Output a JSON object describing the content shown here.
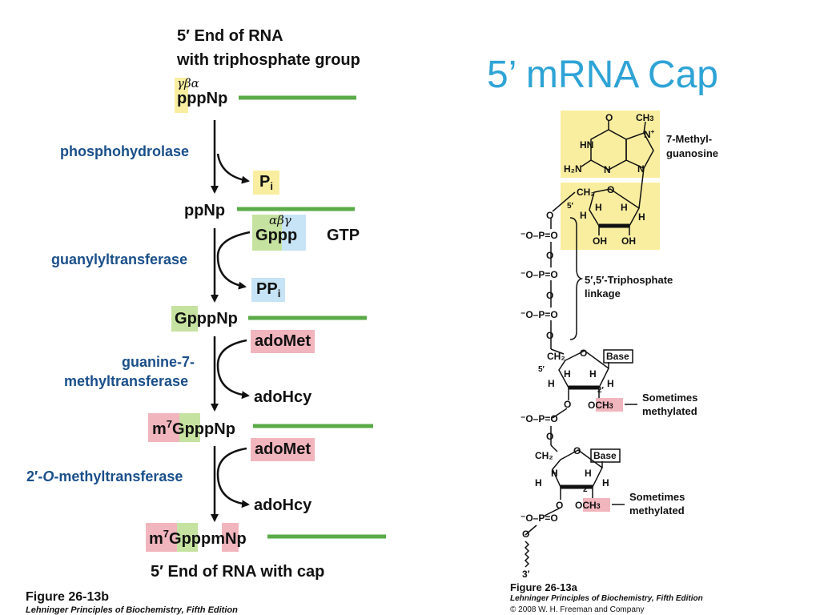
{
  "left": {
    "header_line1": "5′ End of RNA",
    "header_line2": "with triphosphate group",
    "greek_top": "γβα",
    "s1_ppp": "ppp",
    "s1_np": "Np",
    "enzyme1": "phosphohydrolase",
    "product1_main": "P",
    "product1_sub": "i",
    "s2": "ppNp",
    "greek_gtp": "αβγ",
    "gtp_g": "G",
    "gtp_ppp": "ppp",
    "gtp_label": "GTP",
    "enzyme2": "guanylyltransferase",
    "product2_main": "PP",
    "product2_sub": "i",
    "s3_g": "G",
    "s3_rest": "pppNp",
    "adomet1": "adoMet",
    "enzyme3_line1": "guanine-7-",
    "enzyme3_line2": "methyltransferase",
    "adohcy1": "adoHcy",
    "s4_m": "m",
    "s4_sup": "7",
    "s4_g": "G",
    "s4_rest": "pppNp",
    "adomet2": "adoMet",
    "enzyme4_prefix": "2′-",
    "enzyme4_italic": "O",
    "enzyme4_suffix": "-methyltransferase",
    "adohcy2": "adoHcy",
    "s5_m": "m",
    "s5_sup": "7",
    "s5_g": "G",
    "s5_ppp": "ppp",
    "s5_m2": "m",
    "s5_np": "Np",
    "footer": "5′ End of RNA with cap",
    "figure_label": "Figure 26-13b",
    "figure_source": "Lehninger Principles of Biochemistry, Fifth Edition"
  },
  "right": {
    "title": "5’ mRNA Cap",
    "methylguanosine_line1": "7-Methyl-",
    "methylguanosine_line2": "guanosine",
    "triphosphate_line1": "5′,5′-Triphosphate",
    "triphosphate_line2": "linkage",
    "sometimes1_line1": "Sometimes",
    "sometimes1_line2": "methylated",
    "sometimes2_line1": "Sometimes",
    "sometimes2_line2": "methylated",
    "base1": "Base",
    "base2": "Base",
    "och3": "OCH",
    "och3_sub": "3",
    "ch3": "CH",
    "ch3_sub": "3",
    "end3": "3′",
    "figure_label": "Figure 26-13a",
    "figure_source": "Lehninger Principles of Biochemistry, Fifth Edition",
    "copyright": "© 2008 W. H. Freeman and Company"
  },
  "colors": {
    "rna_line": "#5aab48",
    "enzyme_text": "#1a4f8a",
    "title": "#2ea3d6",
    "yellow": "#f9eea0",
    "green": "#c6e2a0",
    "pink": "#f1b5bd",
    "blue": "#c6e4f5"
  }
}
